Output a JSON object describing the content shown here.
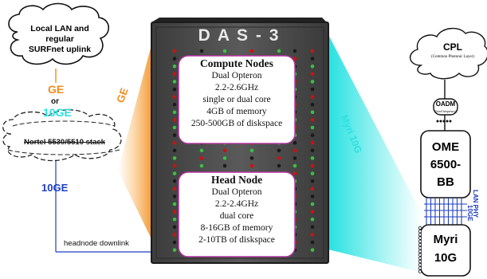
{
  "left_cloud": {
    "line1": "Local LAN and",
    "line2": "regular",
    "line3": "SURFnet uplink"
  },
  "left_links": {
    "ge": "GE",
    "or": "or",
    "tenge": "10GE",
    "switch": "Nortel 5530/5510 stack",
    "tenge_lower": "10GE",
    "downlink": "headnode downlink"
  },
  "cluster": {
    "title": "D A S - 3",
    "compute": {
      "title": "Compute Nodes",
      "lines": [
        "Dual Opteron",
        "2.2-2.6GHz",
        "single or dual core",
        "4GB of memory",
        "250-500GB of diskspace"
      ]
    },
    "head": {
      "title": "Head Node",
      "lines": [
        "Dual Opteron",
        "2.2-2.4GHz",
        "dual core",
        "8-16GB of memory",
        "2-10TB of diskspace"
      ]
    }
  },
  "fan_labels": {
    "left": "GE",
    "right": "Myri 10G"
  },
  "right_side": {
    "cpl": {
      "title": "CPL",
      "subtitle": "(Common Photonic Layer)"
    },
    "oadm": {
      "title": "OADM",
      "subtitle": "(fixed frequency)"
    },
    "ome": {
      "line1": "OME",
      "line2": "6500-",
      "line3": "BB"
    },
    "lan_phy": {
      "line1": "10GE",
      "line2": "LAN PHY"
    },
    "myri": {
      "line1": "Myri",
      "line2": "10G"
    }
  },
  "colors": {
    "orange": "#f28c1a",
    "cyan": "#2ae0e0",
    "blue": "#1f3fbf",
    "cabinet": "#4a4a4a",
    "panel_fill": "#ffffff",
    "panel_border": "#b0359d"
  }
}
